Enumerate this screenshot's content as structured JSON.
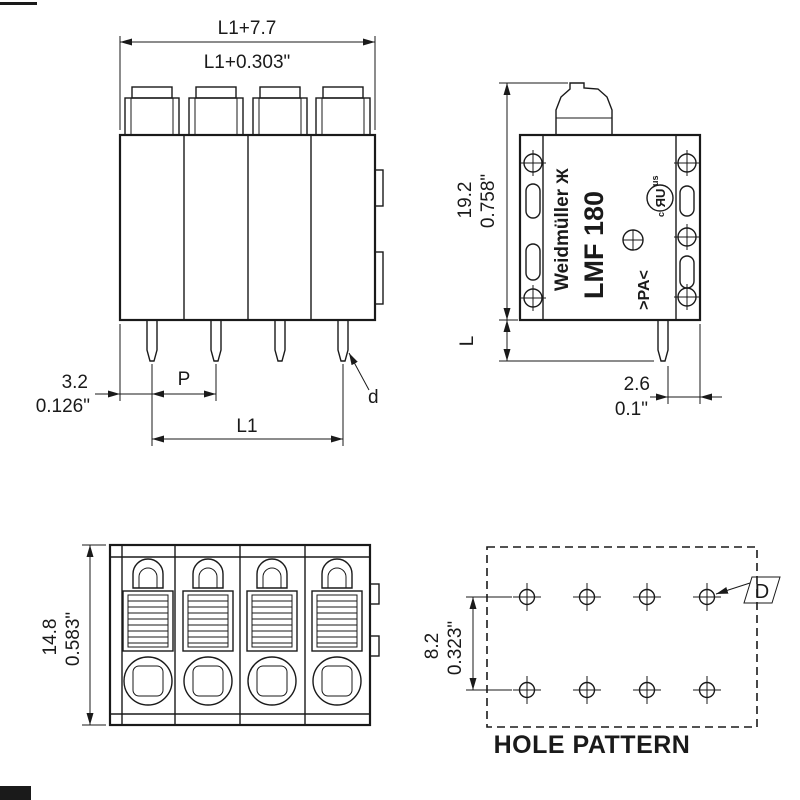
{
  "style": {
    "ink": "#1a1a1a",
    "paper": "#ffffff"
  },
  "front": {
    "w_mm": "L1+7.7",
    "w_in": "L1+0.303\"",
    "m_mm": "3.2",
    "m_in": "0.126\"",
    "pitch": "P",
    "span": "L1",
    "pin": "d"
  },
  "side": {
    "h_mm": "19.2",
    "h_in": "0.758\"",
    "pin_len": "L",
    "off_mm": "2.6",
    "off_in": "0.1\"",
    "brand": "Weidmüller",
    "logo": "Ж",
    "model": "LMF 180",
    "material": ">PA<",
    "ul_c": "c",
    "ul": "ЯU",
    "ul_us": "us"
  },
  "top": {
    "d_mm": "14.8",
    "d_in": "0.583\""
  },
  "holes": {
    "title": "HOLE PATTERN",
    "s_mm": "8.2",
    "s_in": "0.323\"",
    "label": "D"
  }
}
